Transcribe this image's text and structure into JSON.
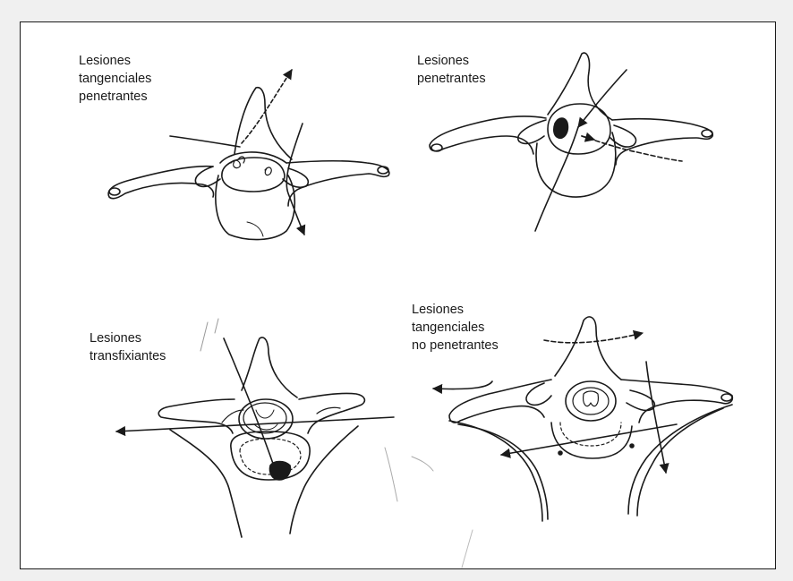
{
  "panels": [
    {
      "id": "tangential-penetrating",
      "label_lines": [
        "Lesiones",
        "tangenciales",
        "penetrantes"
      ]
    },
    {
      "id": "penetrating",
      "label_lines": [
        "Lesiones",
        "penetrantes"
      ]
    },
    {
      "id": "transfixing",
      "label_lines": [
        "Lesiones",
        "transfixiantes"
      ]
    },
    {
      "id": "tangential-non-penetrating",
      "label_lines": [
        "Lesiones",
        "tangenciales",
        "no penetrantes"
      ]
    }
  ],
  "colors": {
    "ink": "#1a1a1a",
    "background": "#ffffff",
    "page": "#f0f0f0"
  }
}
